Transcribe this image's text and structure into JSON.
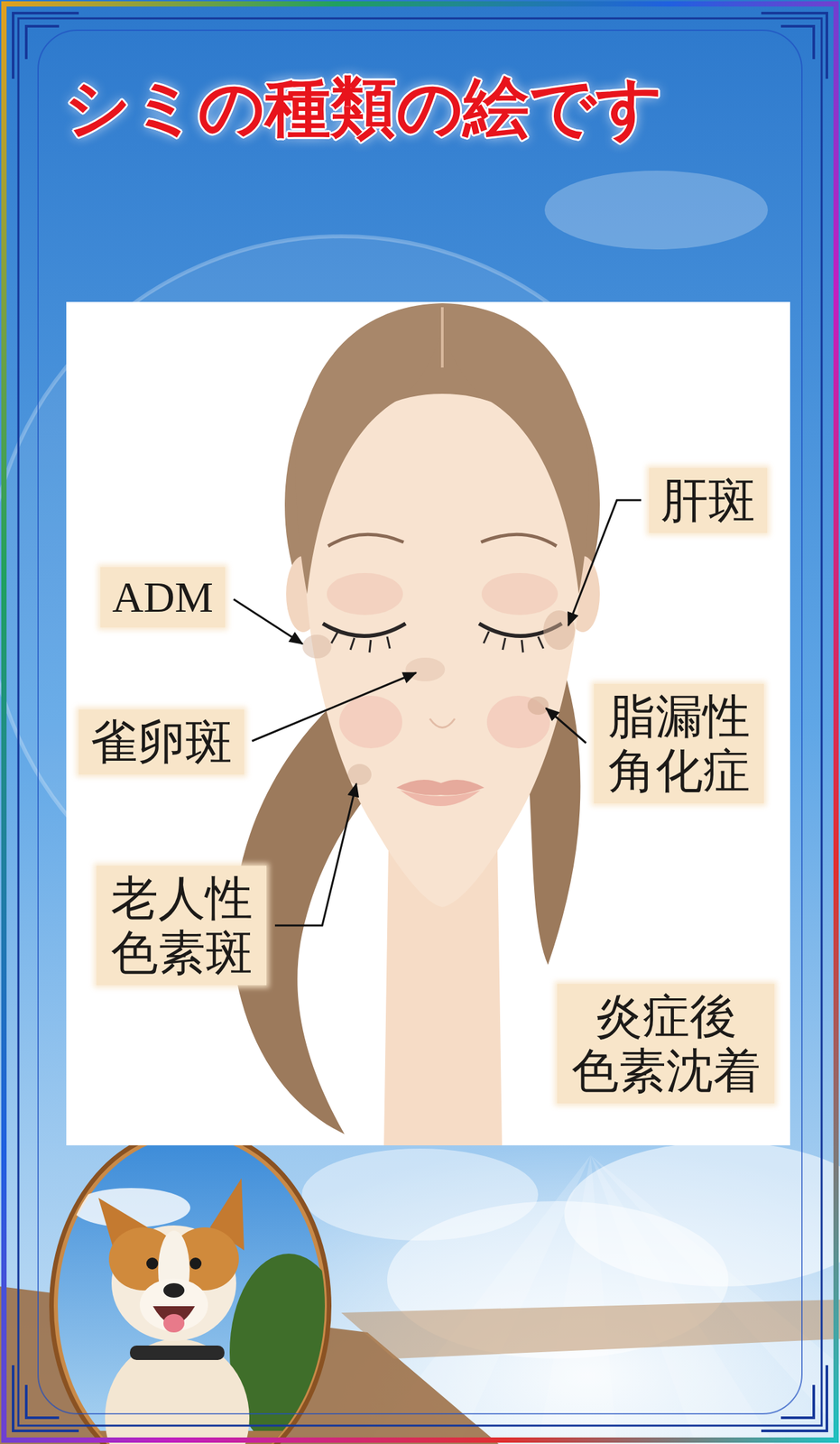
{
  "diagram": {
    "title": "シミの種類の絵です",
    "nodes": [
      {
        "text": [
          "肝斑"
        ]
      },
      {
        "text": [
          "ADM"
        ]
      },
      {
        "text": [
          "雀卵斑"
        ]
      },
      {
        "text": [
          "脂漏性 角化症"
        ]
      },
      {
        "text": [
          "老人性 色素斑"
        ]
      },
      {
        "text": [
          "炎症後 色素沈着"
        ]
      }
    ]
  }
}
